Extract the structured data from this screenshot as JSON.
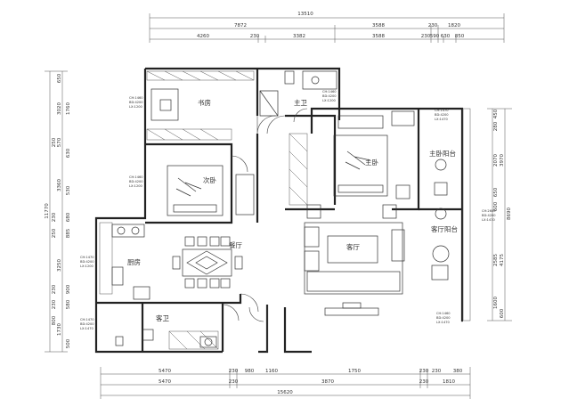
{
  "dimensions": {
    "top_total": "13510",
    "top_row1": [
      "7872",
      "3588",
      "230",
      "1820"
    ],
    "top_row2": [
      "4260",
      "230",
      "3382",
      "3588",
      "230",
      "590",
      "630",
      "850"
    ],
    "bottom_row1": [
      "5470",
      "230",
      "980",
      "1160",
      "1750",
      "230",
      "230",
      "380"
    ],
    "bottom_row2": [
      "5470",
      "230",
      "3870",
      "230",
      "1810"
    ],
    "bottom_total": "15620",
    "left_outer": "11770",
    "left_inner": [
      "650",
      "3020",
      "1760",
      "570",
      "630",
      "3360",
      "530",
      "680",
      "885",
      "3250",
      "900",
      "580",
      "1730",
      "500"
    ],
    "left_pre": [
      "250",
      "230",
      "250",
      "230",
      "230",
      "800"
    ],
    "right_outer": "8690",
    "right_inner": [
      "3970",
      "4175",
      "600"
    ],
    "right_mid": [
      "450",
      "280",
      "2070",
      "650",
      "600",
      "2585",
      "1600"
    ]
  },
  "rooms": {
    "study": "书房",
    "master_bath": "主卫",
    "master_bedroom": "主卧",
    "master_balcony": "主卧阳台",
    "second_bedroom": "次卧",
    "dining": "餐厅",
    "living": "客厅",
    "kitchen": "厨房",
    "guest_bath": "客卫",
    "living_balcony": "客厅阳台"
  },
  "notes": {
    "study": [
      "CH:1460",
      "BD:4200",
      "LX:1200"
    ],
    "master_bath": [
      "CH:1460",
      "BD:4200",
      "LX:1200"
    ],
    "balcony": [
      "CH:1470",
      "BD:4200",
      "LX:1470"
    ],
    "second_bedroom": [
      "CH:1460",
      "BD:4200",
      "LX:1200"
    ],
    "kitchen": [
      "CH:1470",
      "BD:4200",
      "LX:1200"
    ],
    "guest_bath": [
      "CH:1470",
      "BD:4200",
      "LX:1470"
    ],
    "living_balcony": [
      "CH:2600",
      "BD:4200",
      "LX:1470"
    ],
    "living_bottom": [
      "CH:1460",
      "BD:4200",
      "LX:1470"
    ]
  }
}
